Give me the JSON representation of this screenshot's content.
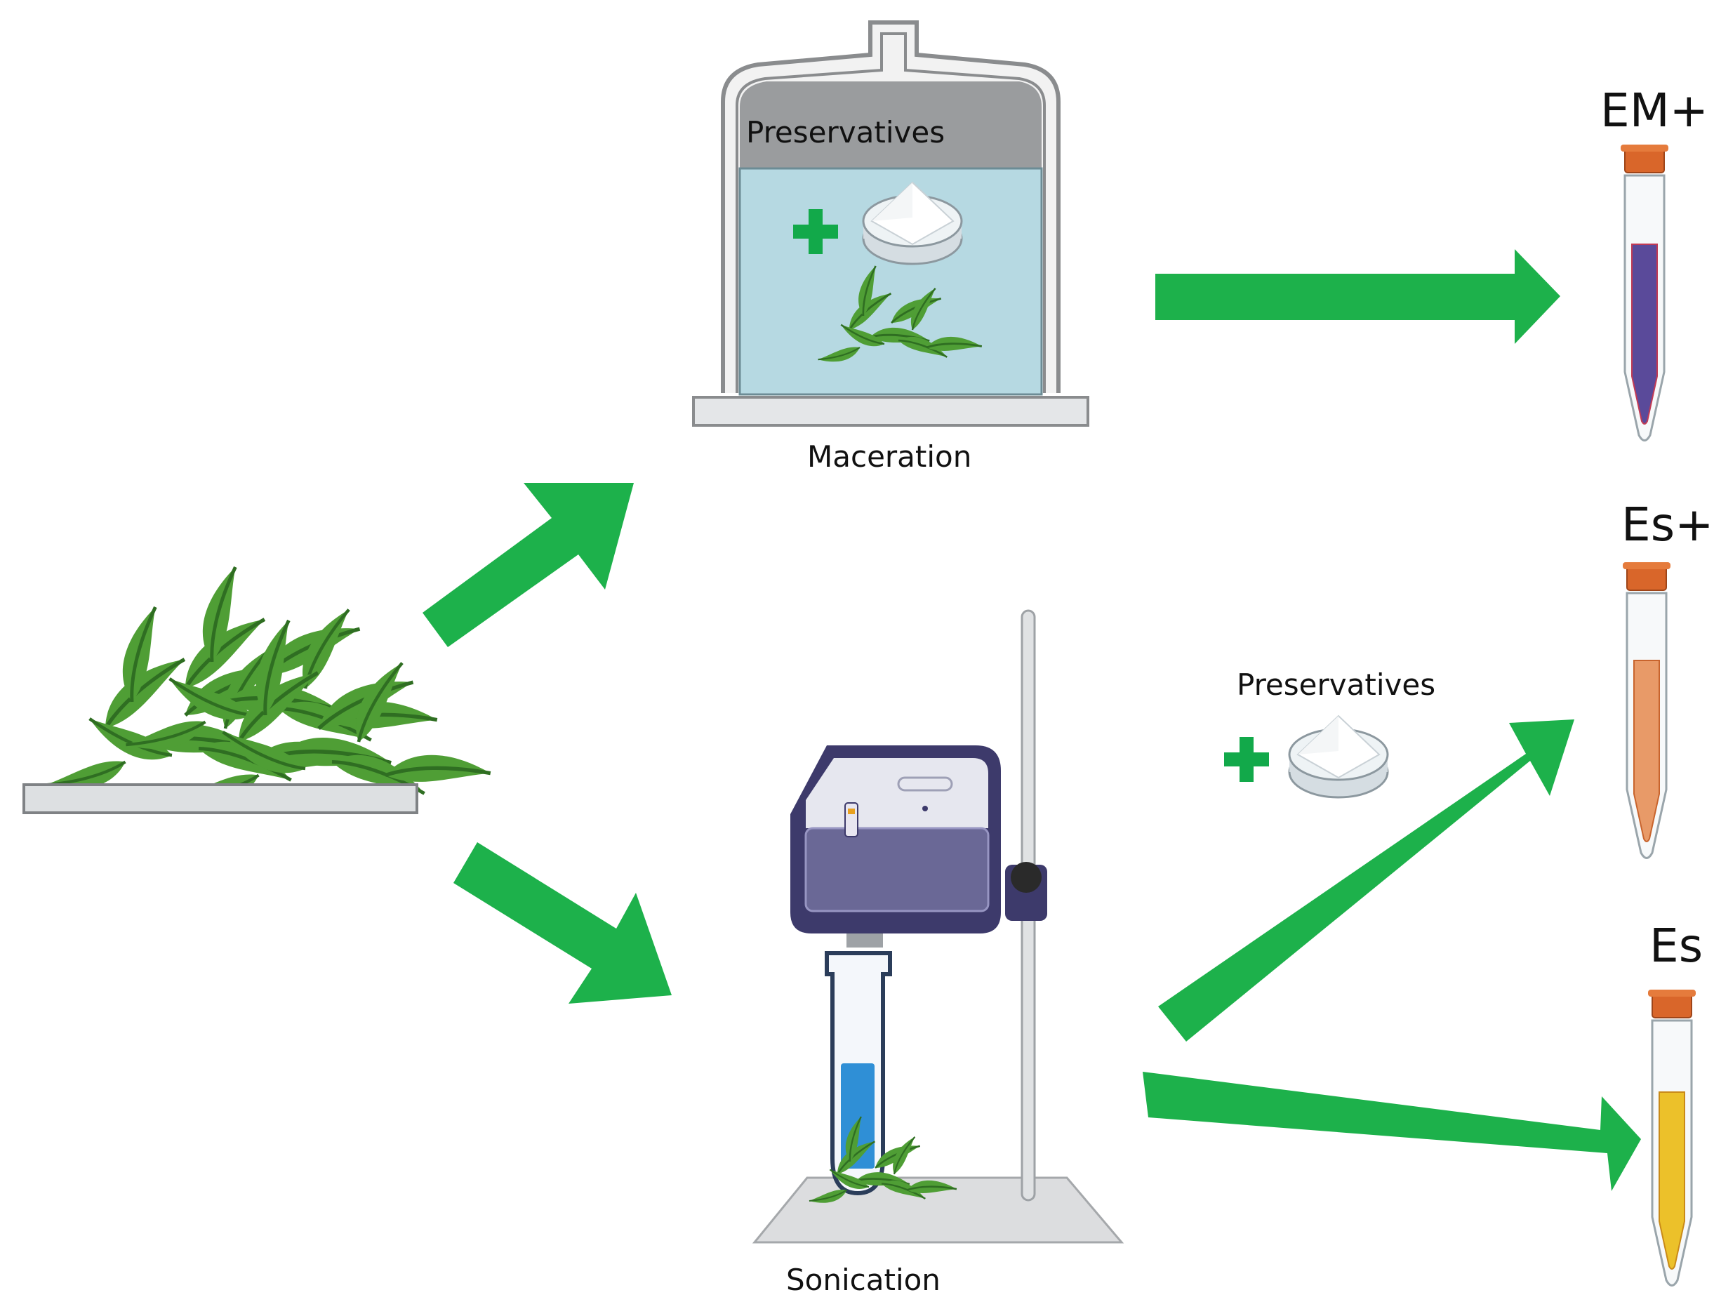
{
  "labels": {
    "maceration_preservatives": "Preservatives",
    "maceration": "Maceration",
    "sonication_preservatives": "Preservatives",
    "sonication": "Sonication",
    "tube_em_plus": "EM+",
    "tube_es_plus": "Es+",
    "tube_es": "Es"
  },
  "colors": {
    "arrow_green": "#1db14b",
    "plus_green": "#12a94a",
    "leaf_green": "#4f9e35",
    "liquid_em_plus": "#5a4a9a",
    "liquid_es_plus": "#e89a68",
    "liquid_es": "#ecc12a",
    "tube_cap": "#d9662a",
    "device_body": "#3d3a6b",
    "vessel_liquid": "#b6d9e2",
    "vessel_headspace": "#9a9c9e"
  },
  "icons": [
    "leaf-pile-icon",
    "plus-icon",
    "preservative-dish-icon",
    "falcon-tube-icon",
    "sonicator-icon",
    "maceration-vessel-icon"
  ]
}
